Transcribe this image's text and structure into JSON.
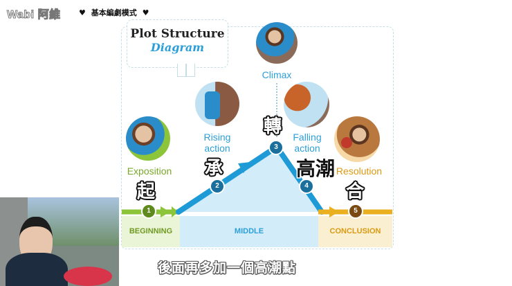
{
  "topbar": {
    "channel_name": "Wabi 阿維",
    "mode_label": "基本編劇模式",
    "heart_icon": "♥"
  },
  "diagram": {
    "title_line1": "Plot Structure",
    "title_line2": "Diagram",
    "stages": [
      {
        "number": "1",
        "label": "Exposition",
        "cjk": "起",
        "color": "#7aa82a"
      },
      {
        "number": "2",
        "label_line1": "Rising",
        "label_line2": "action",
        "cjk": "承",
        "color": "#2c9fd9"
      },
      {
        "number": "3",
        "label": "Climax",
        "cjk": "轉",
        "color": "#2c9fd9"
      },
      {
        "number": "4",
        "label_line1": "Falling",
        "label_line2": "action",
        "cjk": "高潮",
        "color": "#2c9fd9"
      },
      {
        "number": "5",
        "label": "Resolution",
        "cjk": "合",
        "color": "#d99a12"
      }
    ],
    "sections": [
      {
        "label": "BEGINNING",
        "color": "#6f9a22",
        "bg": "#eaf4d6"
      },
      {
        "label": "MIDDLE",
        "color": "#2c9fd9",
        "bg": "#d3ecf9"
      },
      {
        "label": "CONCLUSION",
        "color": "#d99a12",
        "bg": "#fbefd2"
      }
    ],
    "colors": {
      "beginning_line": "#8cc43a",
      "middle_line": "#1e9ad6",
      "conclusion_line": "#eab020",
      "number_1": "#5e8a1e",
      "number_234": "#1a6f9c",
      "number_5": "#7a4a12"
    }
  },
  "subtitle": "後面再多加一個高潮點"
}
